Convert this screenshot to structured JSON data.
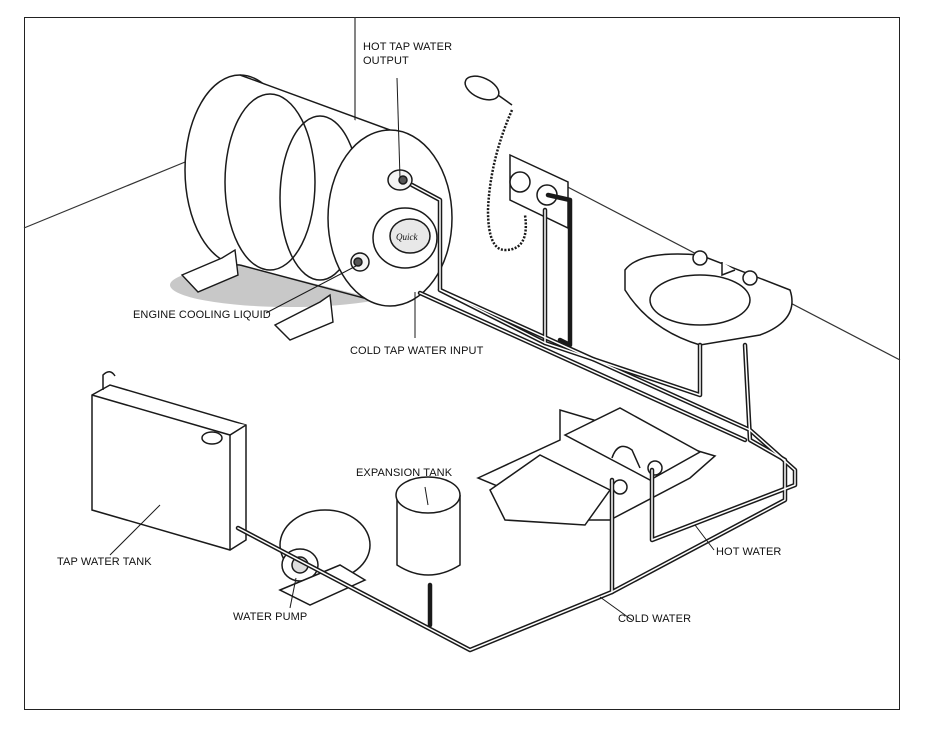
{
  "labels": {
    "hot_tap_output_line1": "HOT TAP WATER",
    "hot_tap_output_line2": "OUTPUT",
    "engine_cooling": "ENGINE COOLING LIQUID",
    "cold_tap_input": "COLD TAP WATER INPUT",
    "expansion_tank": "EXPANSION TANK",
    "tap_water_tank": "TAP WATER TANK",
    "water_pump": "WATER PUMP",
    "hot_water": "HOT WATER",
    "cold_water": "COLD WATER"
  },
  "heater_logo": "Quick",
  "colors": {
    "line": "#1a1a1a",
    "shadow": "#c8c8c8",
    "pipe": "#1a1a1a",
    "background": "#ffffff"
  }
}
